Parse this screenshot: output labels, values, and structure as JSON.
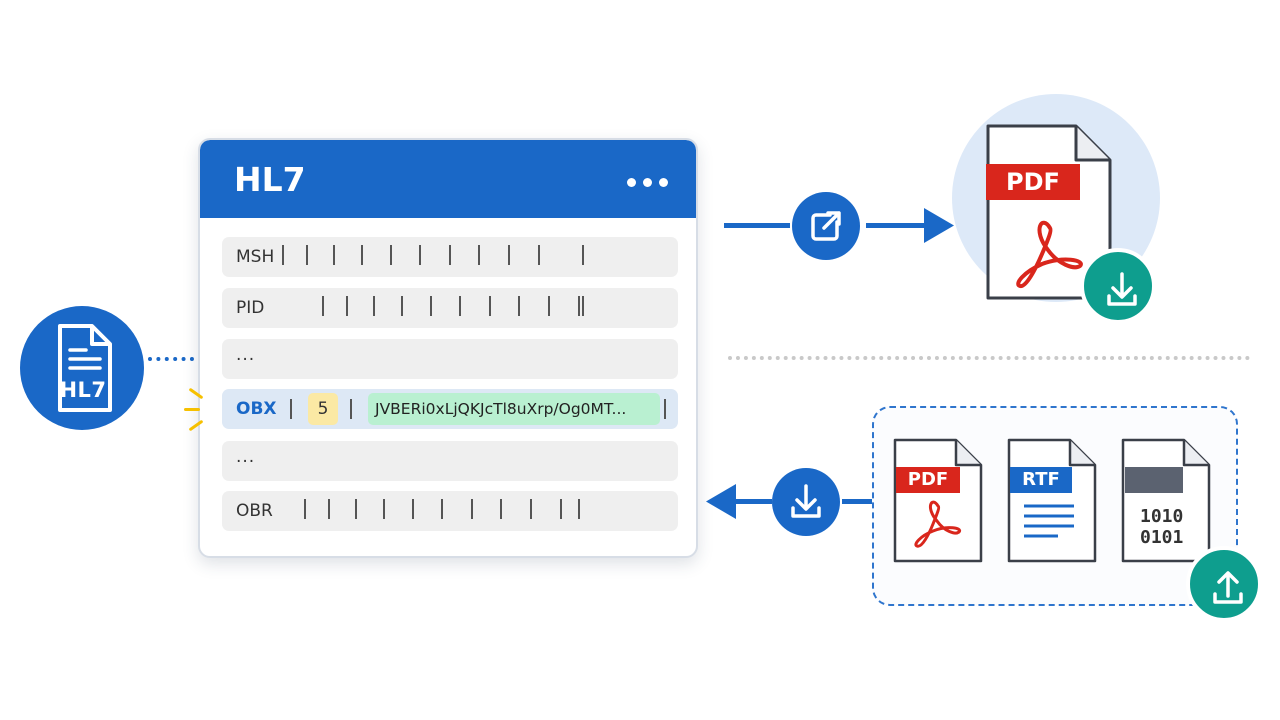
{
  "source": {
    "file_label": "HL7",
    "icon": "hl7-file-icon"
  },
  "window": {
    "title": "HL7",
    "menu_icon": "more-horizontal-icon",
    "segments": [
      {
        "name": "MSH",
        "pipes": 11
      },
      {
        "name": "PID",
        "pipes": 11
      },
      {
        "name": "..."
      },
      {
        "name": "OBX",
        "index": "5",
        "data": "JVBERi0xLjQKJcTl8uXrp/Og0MT..."
      },
      {
        "name": "..."
      },
      {
        "name": "OBR",
        "pipes": 11
      }
    ]
  },
  "export": {
    "action_icon": "external-link-icon",
    "target_doc": "PDF",
    "target_icon": "acrobat-icon",
    "download_icon": "download-icon"
  },
  "import": {
    "action_icon": "download-icon",
    "upload_icon": "upload-icon",
    "docs": [
      {
        "label": "PDF",
        "icon": "acrobat-icon"
      },
      {
        "label": "RTF",
        "icon": "text-lines-icon"
      },
      {
        "label": "",
        "binary": [
          "1010",
          "0101"
        ],
        "icon": "binary-file-icon"
      }
    ]
  },
  "colors": {
    "primary": "#1a68c7",
    "pdf_red": "#d9261c",
    "teal": "#0e9e8e",
    "obx_index": "#fbe9a4",
    "obx_data": "#b9f0d1"
  }
}
